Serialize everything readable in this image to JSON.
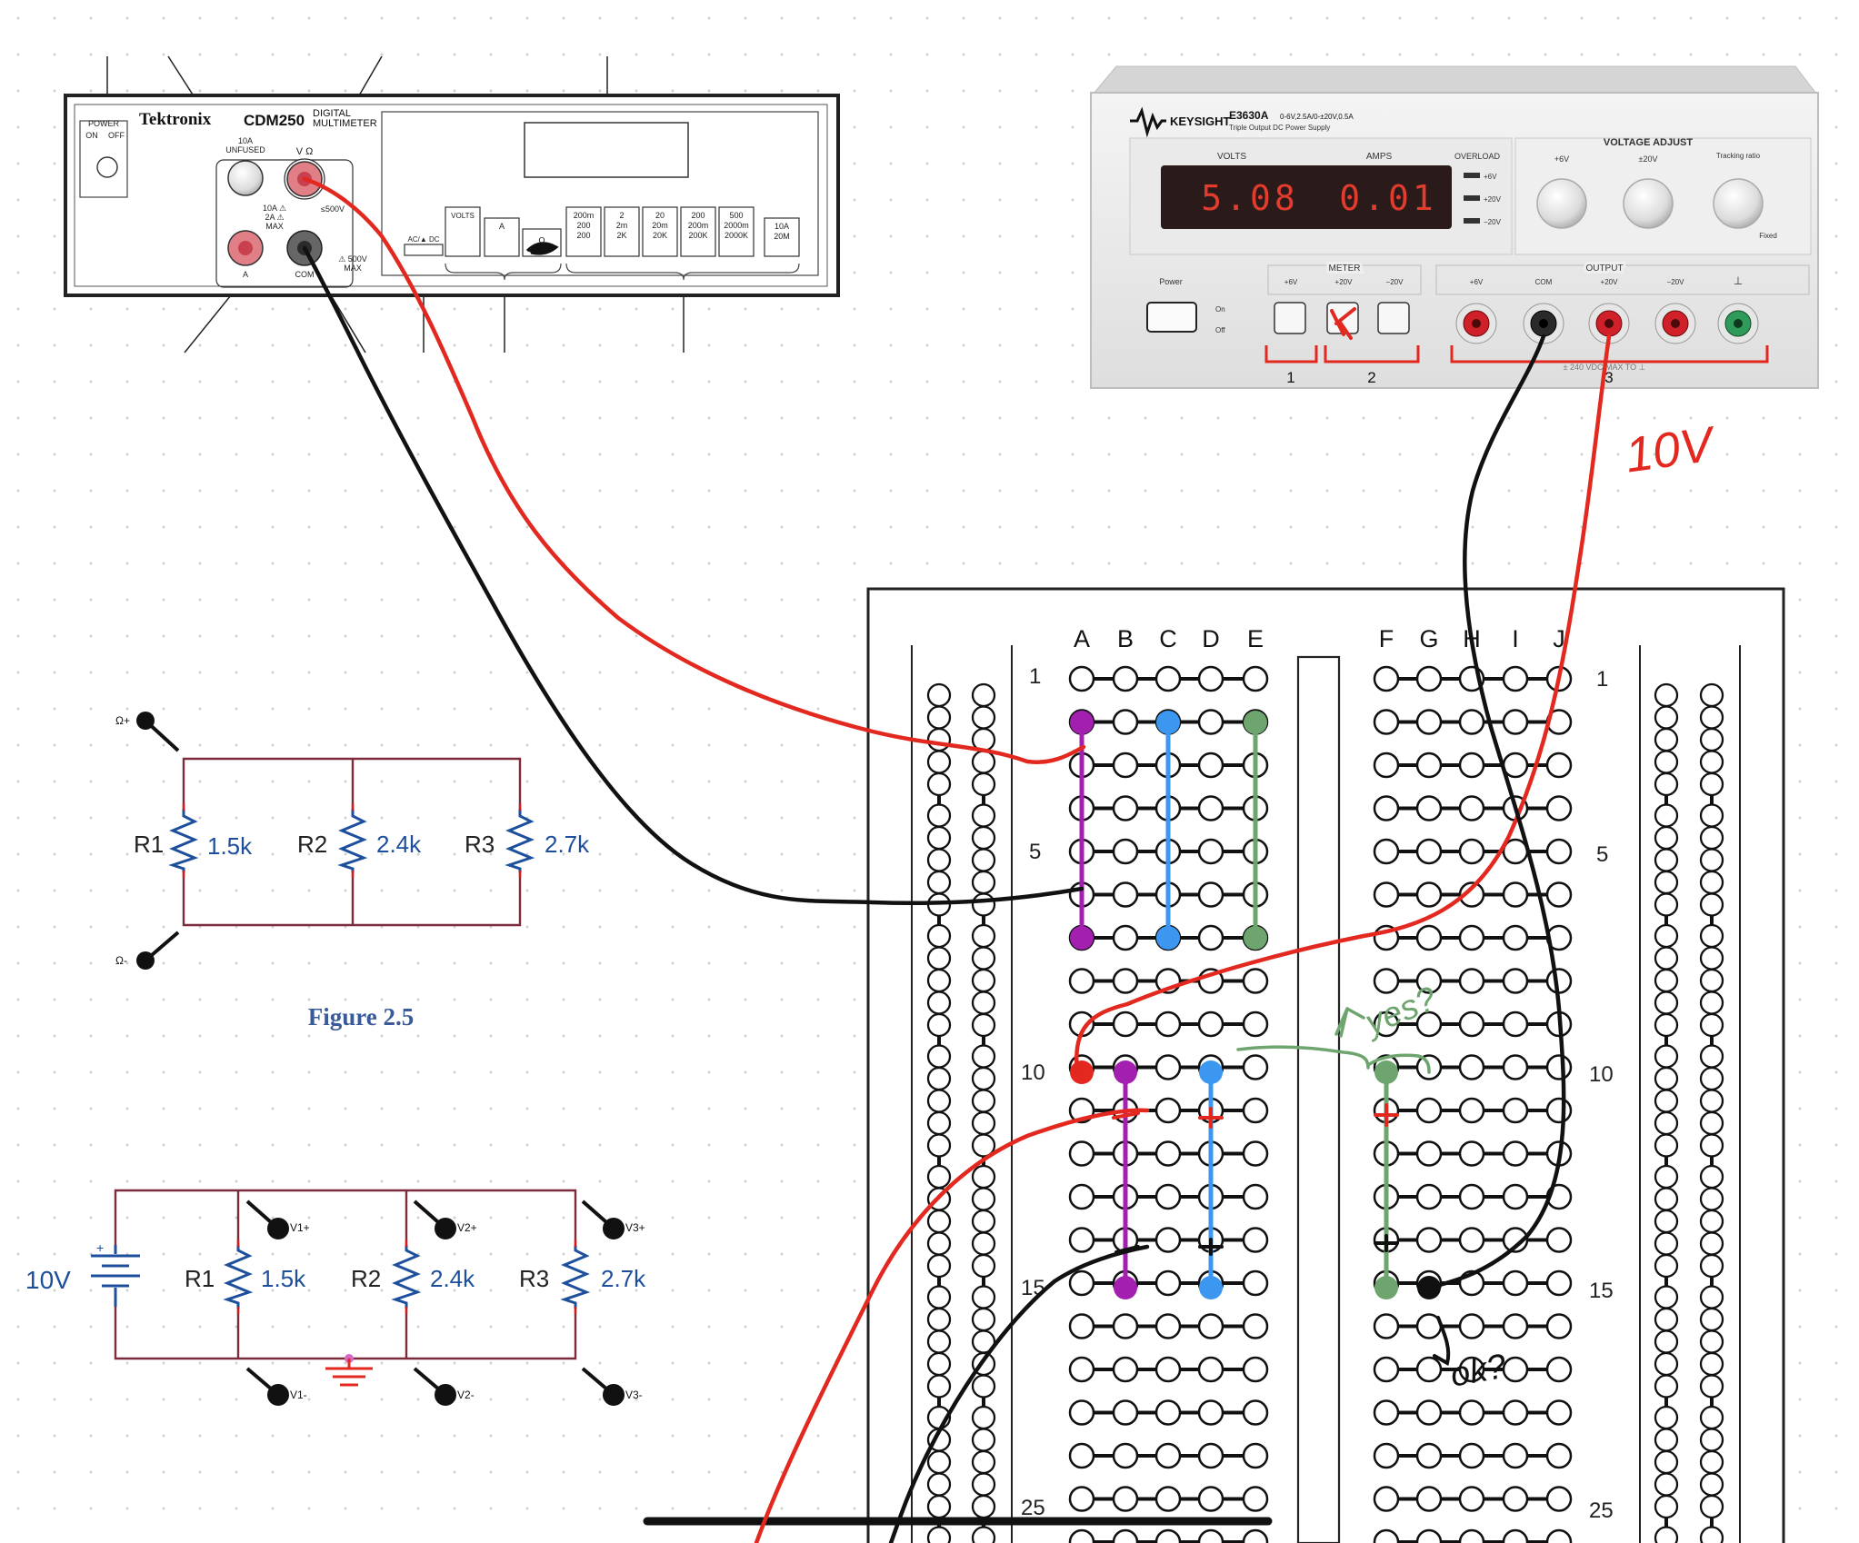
{
  "colors": {
    "wire_red": "#e2281f",
    "wire_black": "#111111",
    "purple": "#a21fb0",
    "blue": "#3b97f0",
    "green": "#6ea56e",
    "schematic_line": "#7b2b3a",
    "value_text": "#1e4f9c",
    "figure_caption": "#3a5a9a",
    "led_red": "#e23c2e",
    "panel_gray": "#e9e9e9"
  },
  "multimeter": {
    "brand": "Tektronix",
    "model": "CDM250",
    "type_line1": "DIGITAL",
    "type_line2": "MULTIMETER",
    "power_label": "POWER",
    "on_label": "ON",
    "off_label": "OFF",
    "unfused_line1": "10A",
    "unfused_line2": "UNFUSED",
    "vohm_label": "V Ω",
    "max_line1": "10A ⚠",
    "max_line2": "2A ⚠",
    "max_line3": "MAX",
    "a_label": "A",
    "com_label": "COM",
    "v500_label": "≤500V",
    "v500max_line1": "⚠ 500V",
    "v500max_line2": "MAX",
    "acdc_label": "AC/▲ DC",
    "volts_label": "VOLTS",
    "amps_label": "A",
    "ohm_label": "Ω",
    "ranges": [
      [
        "200m",
        "200",
        "200"
      ],
      [
        "2",
        "2m",
        "2K"
      ],
      [
        "20",
        "20m",
        "20K"
      ],
      [
        "200",
        "200m",
        "200K"
      ],
      [
        "500",
        "2000m",
        "2000K"
      ],
      [
        "10A",
        "20M"
      ]
    ]
  },
  "psu": {
    "brand": "KEYSIGHT",
    "model": "E3630A",
    "spec": "0-6V,2.5A/0-±20V,0.5A",
    "subtitle": "Triple Output DC Power Supply",
    "volts_label": "VOLTS",
    "amps_label": "AMPS",
    "volts_value": "5.08",
    "amps_value": "0.01",
    "overload_label": "OVERLOAD",
    "overload_items": [
      "+6V",
      "+20V",
      "−20V"
    ],
    "voltage_adjust_label": "VOLTAGE ADJUST",
    "knob_labels": [
      "+6V",
      "±20V",
      "Tracking ratio"
    ],
    "fixed_label": "Fixed",
    "power_label": "Power",
    "on_label": "On",
    "off_label": "Off",
    "meter_label": "METER",
    "meter_buttons": [
      "+6V",
      "+20V",
      "−20V"
    ],
    "output_label": "OUTPUT",
    "output_terminals": [
      "+6V",
      "COM",
      "+20V",
      "−20V",
      "⊥"
    ],
    "bottom_text": "±  240  VDC MAX  TO  ⊥",
    "group_numbers": [
      "1",
      "2",
      "3"
    ],
    "annotation_voltage": "10V"
  },
  "figure": {
    "caption": "Figure 2.5",
    "ohm_plus": "Ω+",
    "ohm_minus": "Ω-"
  },
  "resistors": [
    {
      "name": "R1",
      "value": "1.5k"
    },
    {
      "name": "R2",
      "value": "2.4k"
    },
    {
      "name": "R3",
      "value": "2.7k"
    }
  ],
  "circuit2": {
    "source": "10V",
    "probes_plus": [
      "V1+",
      "V2+",
      "V3+"
    ],
    "probes_minus": [
      "V1-",
      "V2-",
      "V3-"
    ]
  },
  "breadboard": {
    "left_columns": [
      "A",
      "B",
      "C",
      "D",
      "E"
    ],
    "right_columns": [
      "F",
      "G",
      "H",
      "I",
      "J"
    ],
    "row_labels": [
      "1",
      "5",
      "10",
      "15",
      "25"
    ]
  },
  "annotations": {
    "yes_note": "yes?",
    "ok_note": "ok?"
  }
}
